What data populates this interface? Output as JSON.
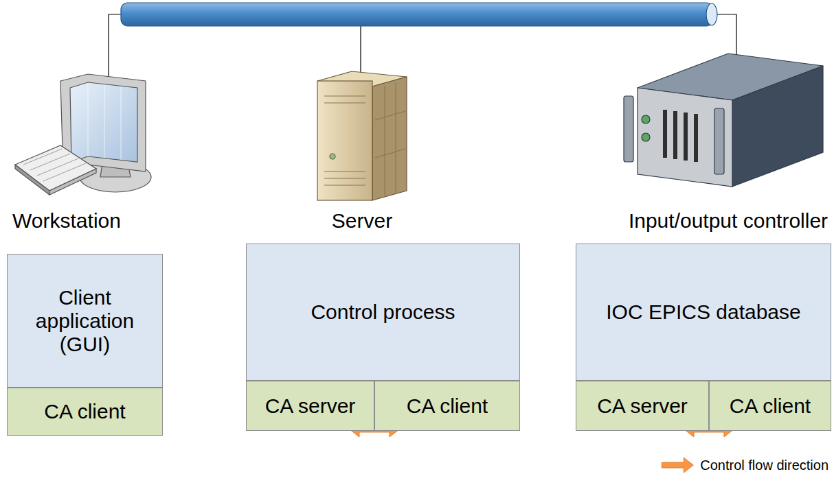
{
  "diagram": {
    "nodes": [
      {
        "text": [
          "Client application (GUI)"
        ]
      },
      {
        "text": [
          "CA client"
        ]
      },
      {
        "text": [
          "Control process"
        ]
      },
      {
        "text": [
          "CA server"
        ]
      },
      {
        "text": [
          "CA client"
        ]
      },
      {
        "text": [
          "IOC EPICS database"
        ]
      },
      {
        "text": [
          "CA server"
        ]
      },
      {
        "text": [
          "CA client"
        ]
      }
    ],
    "edges": [
      {
        "from": 0,
        "to": 1,
        "arrow": "to"
      },
      {
        "from": 3,
        "to": 2,
        "arrow": "to"
      },
      {
        "from": 2,
        "to": 4,
        "arrow": "to"
      },
      {
        "from": 3,
        "to": 4,
        "arrow": "both"
      },
      {
        "from": 6,
        "to": 5,
        "arrow": "to"
      },
      {
        "from": 5,
        "to": 7,
        "arrow": "to"
      },
      {
        "from": 6,
        "to": 7,
        "arrow": "both"
      }
    ],
    "labels": [
      "Workstation",
      "Server",
      "Input/output controller"
    ],
    "legend": [
      {
        "text": "Control flow direction"
      }
    ]
  }
}
